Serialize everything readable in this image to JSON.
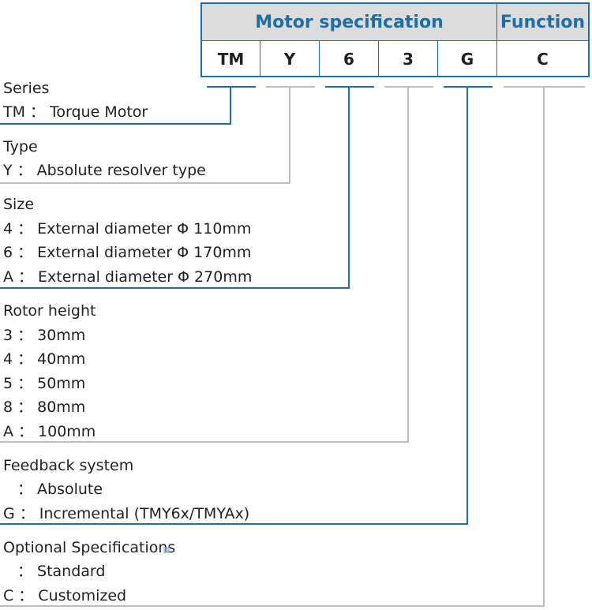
{
  "header": {
    "motor_spec_label": "Motor specification",
    "function_label": "Function",
    "codes": [
      "TM",
      "Y",
      "6",
      "3",
      "G",
      "C"
    ]
  },
  "sections": {
    "series": {
      "title": "Series",
      "lines": [
        {
          "code": "TM",
          "desc": "Torque Motor"
        }
      ]
    },
    "type": {
      "title": "Type",
      "lines": [
        {
          "code": "Y",
          "desc": "Absolute resolver type"
        }
      ]
    },
    "size": {
      "title": "Size",
      "lines": [
        {
          "code": "4",
          "desc": "External diameter Φ 110mm"
        },
        {
          "code": "6",
          "desc": "External diameter Φ 170mm"
        },
        {
          "code": "A",
          "desc": "External diameter Φ 270mm"
        }
      ]
    },
    "rotor_height": {
      "title": "Rotor height",
      "lines": [
        {
          "code": "3",
          "desc": "30mm"
        },
        {
          "code": "4",
          "desc": "40mm"
        },
        {
          "code": "5",
          "desc": "50mm"
        },
        {
          "code": "8",
          "desc": "80mm"
        },
        {
          "code": "A",
          "desc": "100mm"
        }
      ]
    },
    "feedback": {
      "title": "Feedback system",
      "lines": [
        {
          "code": "",
          "desc": "Absolute"
        },
        {
          "code": "G",
          "desc": "Incremental (TMY6x/TMYAx)"
        }
      ]
    },
    "optional": {
      "title": "Optional Specifications",
      "lines": [
        {
          "code": "",
          "desc": "Standard"
        },
        {
          "code": "C",
          "desc": "Customized"
        }
      ]
    }
  },
  "separator": "：",
  "colors": {
    "accent": "#1f6ea4",
    "header_bg": "#dcdcdc",
    "connector_gray": "#bdbdbd",
    "text": "#231f20"
  }
}
